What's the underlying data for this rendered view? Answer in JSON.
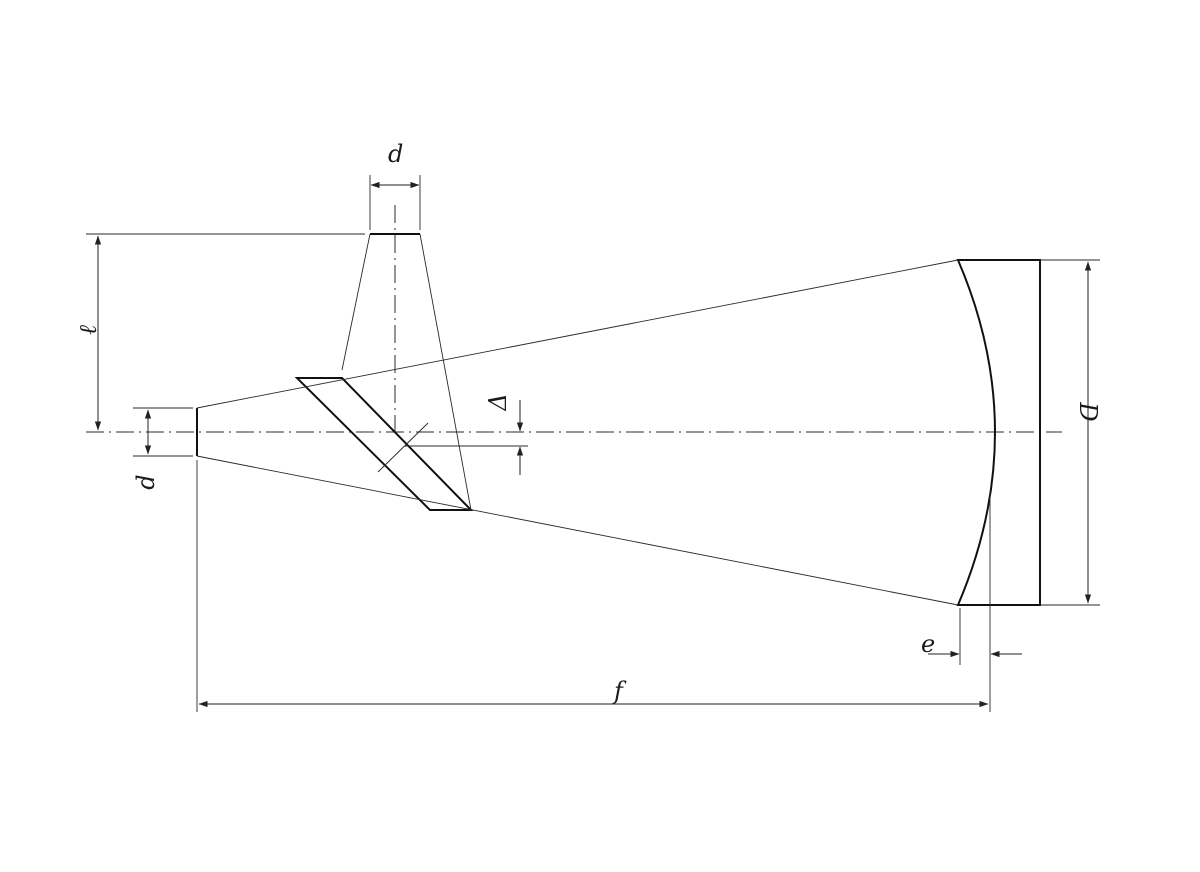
{
  "labels": {
    "d_top": "d",
    "l": "ℓ",
    "d_left": "d",
    "delta": "Δ",
    "D": "D",
    "e": "e",
    "f": "f"
  },
  "colors": {
    "background": "#ffffff",
    "line": "#222222"
  }
}
